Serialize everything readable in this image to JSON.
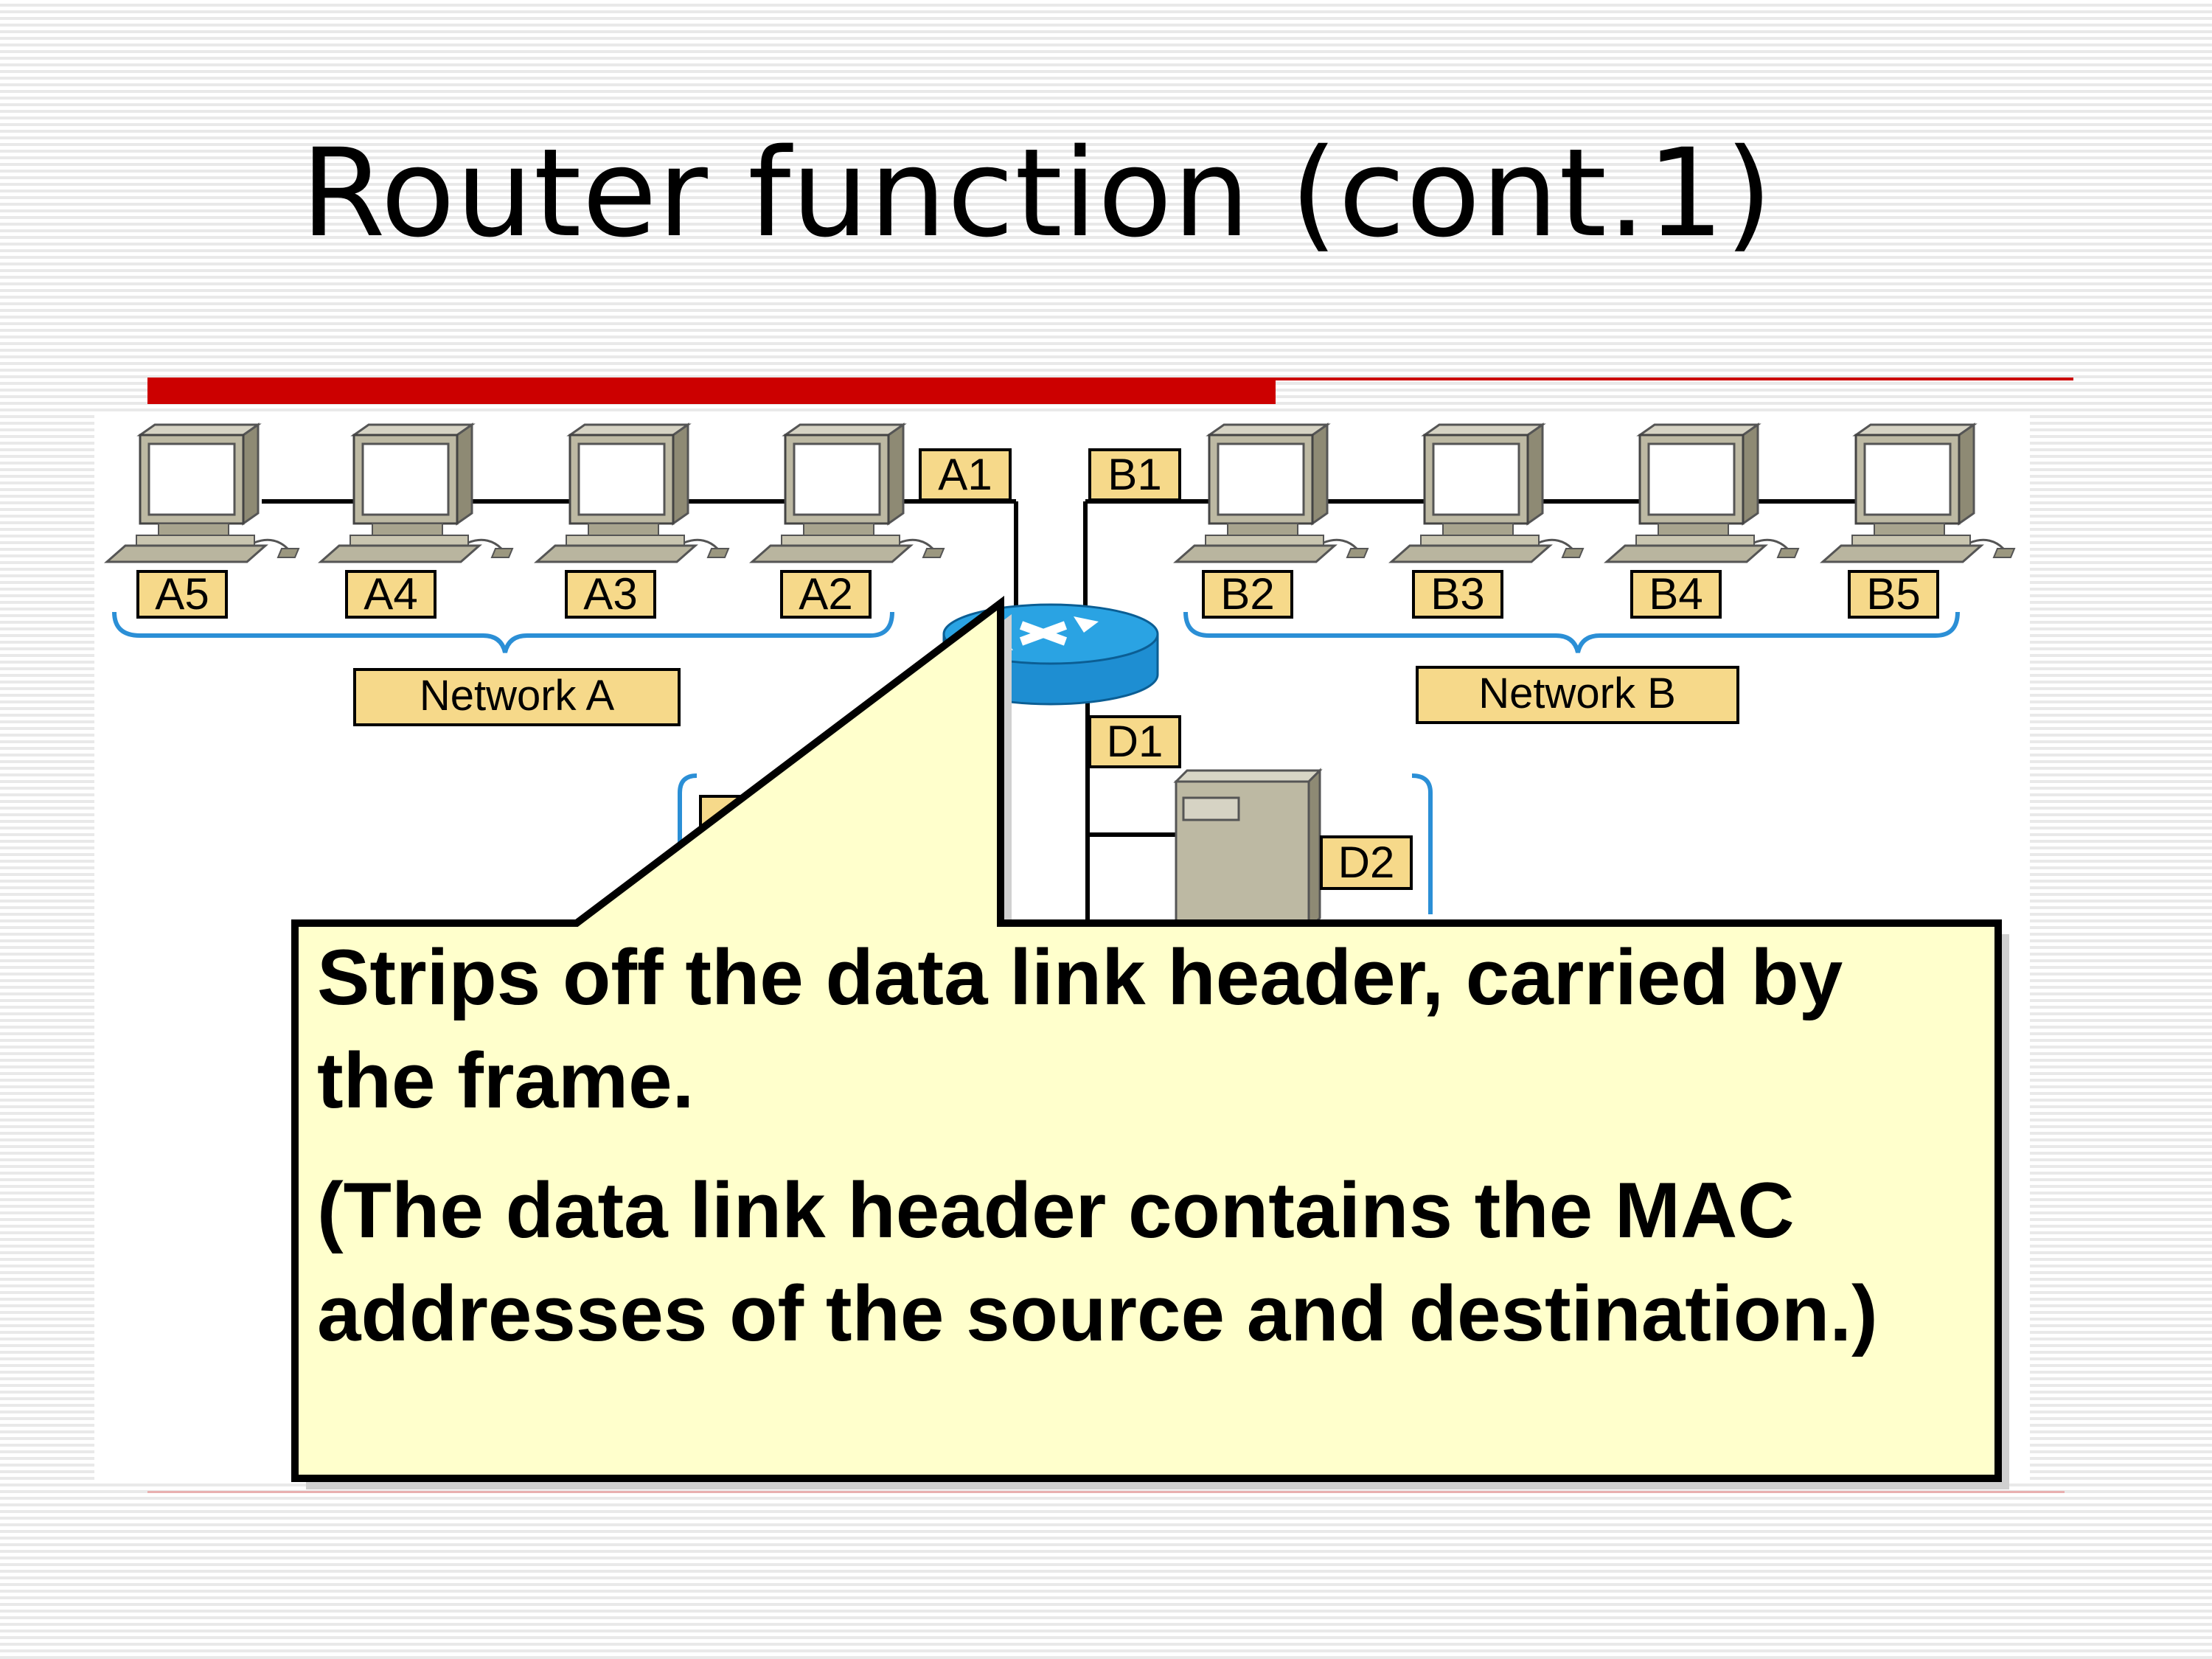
{
  "title": "Router function (cont.1)",
  "diagram": {
    "hosts": {
      "a5": "A5",
      "a4": "A4",
      "a3": "A3",
      "a2": "A2",
      "a1": "A1",
      "b1": "B1",
      "b2": "B2",
      "b3": "B3",
      "b4": "B4",
      "b5": "B5",
      "d1": "D1",
      "d2": "D2"
    },
    "networks": {
      "a": "Network A",
      "b": "Network B"
    }
  },
  "callout": {
    "line1": "Strips off the data link header, carried by the frame.",
    "line2": "(The data link header contains the MAC addresses of the source and destination.)"
  },
  "colors": {
    "accent": "#cc0000",
    "label_fill": "#f6d98a",
    "callout_fill": "#ffffcc",
    "router": "#1e8ed2",
    "brace": "#2b8fd6"
  }
}
